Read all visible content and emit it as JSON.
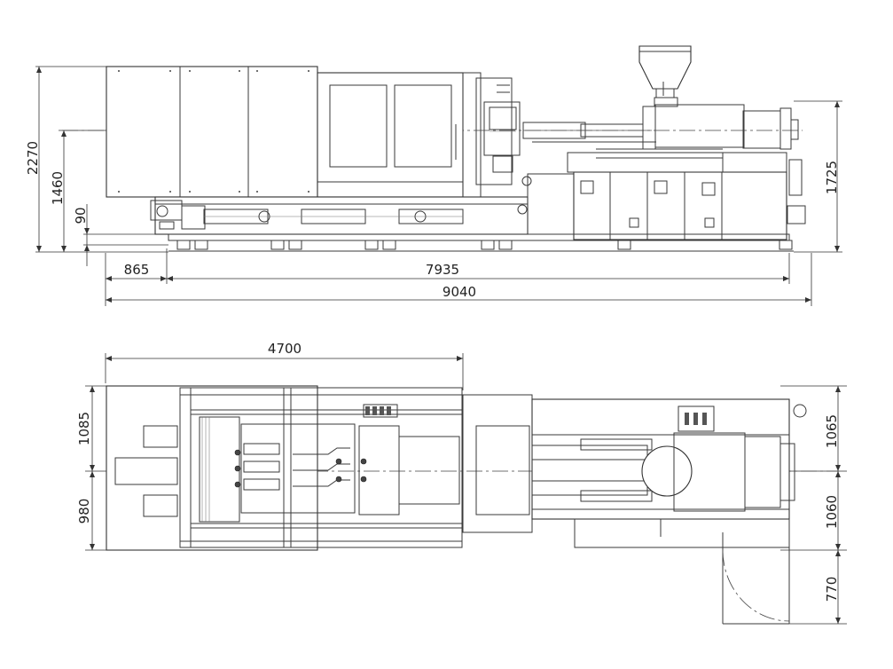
{
  "dimensions": {
    "overall_height": "2270",
    "centerline_height": "1460",
    "base_height": "90",
    "injection_height": "1725",
    "rear_overhang": "865",
    "machine_length": "7935",
    "overall_length": "9040",
    "clamp_length": "4700",
    "upper_half_width": "1085",
    "lower_half_width": "980",
    "right_upper_width": "1065",
    "right_lower_width": "1060",
    "door_swing": "770"
  }
}
